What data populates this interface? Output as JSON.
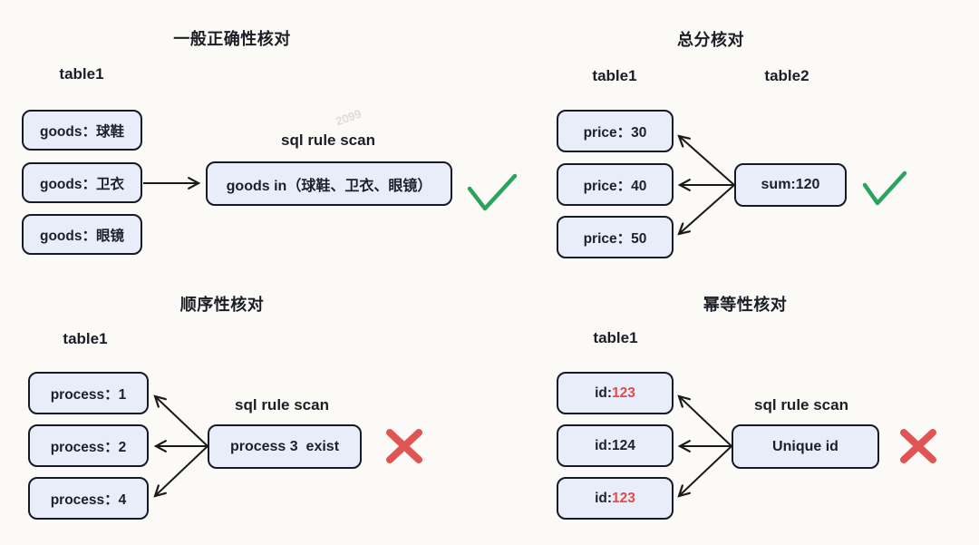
{
  "page": {
    "background": "#fbfaf6"
  },
  "colors": {
    "box_fill": "#e9edf9",
    "box_border": "#161a25",
    "text_dark": "#1c2029",
    "arrow_black": "#1a1a1a",
    "check_green": "#2aa35c",
    "cross_red": "#e05454",
    "value_red": "#e04b4b",
    "watermark_gray": "#b9b9b9"
  },
  "watermark": {
    "text": "2099"
  },
  "sections": [
    {
      "title": "一般正确性核对",
      "table_labels": [
        "table1"
      ],
      "rows": [
        "goods：球鞋",
        "goods：卫衣",
        "goods：眼镜"
      ],
      "scan_label": "sql rule scan",
      "rule": "goods in（球鞋、卫衣、眼镜）",
      "result": "pass"
    },
    {
      "title": "总分核对",
      "table_labels": [
        "table1",
        "table2"
      ],
      "rows": [
        "price：30",
        "price：40",
        "price：50"
      ],
      "rule": "sum:120",
      "result": "pass"
    },
    {
      "title": "顺序性核对",
      "table_labels": [
        "table1"
      ],
      "rows": [
        "process：1",
        "process：2",
        "process：4"
      ],
      "scan_label": "sql rule scan",
      "rule": "process 3  exist",
      "result": "fail"
    },
    {
      "title": "幂等性核对",
      "table_labels": [
        "table1"
      ],
      "rows": [
        {
          "prefix": "id:",
          "value": "123",
          "highlight": true
        },
        {
          "prefix": "id:",
          "value": "124",
          "highlight": false
        },
        {
          "prefix": "id:",
          "value": "123",
          "highlight": true
        }
      ],
      "scan_label": "sql rule scan",
      "rule": "Unique id",
      "result": "fail"
    }
  ]
}
